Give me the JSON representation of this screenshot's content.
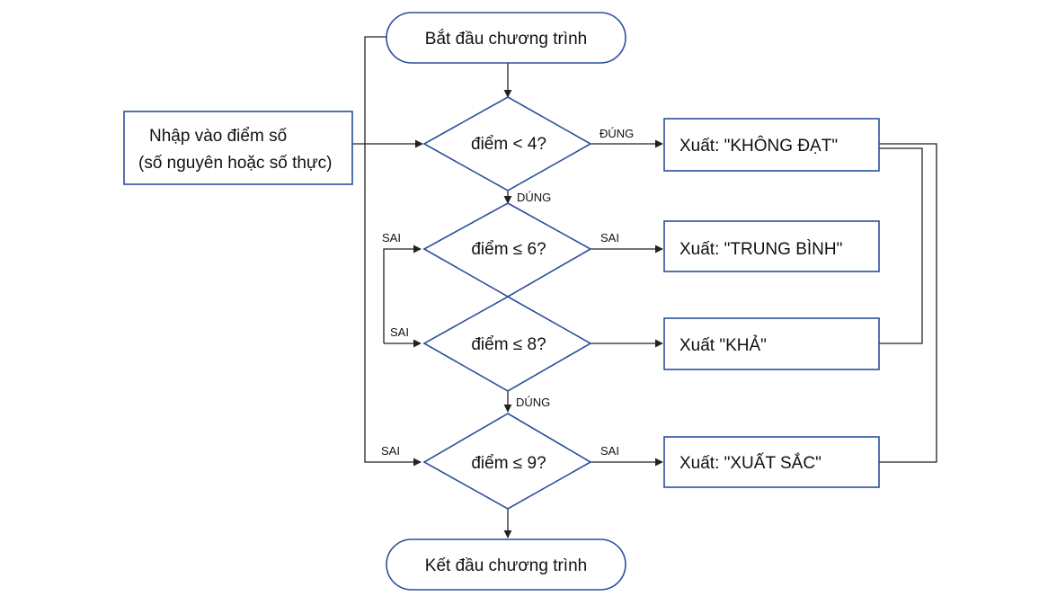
{
  "colors": {
    "shape_stroke": "#2b4f9c",
    "line": "#222222",
    "text": "#111111",
    "background": "#ffffff"
  },
  "start_node": "Bắt đầu chương trình",
  "end_node": "Kết đầu chương trình",
  "input_node": {
    "line1": "Nhập vào điểm số",
    "line2": "(số nguyên hoặc số thực)"
  },
  "decisions": {
    "d1": "điểm < 4?",
    "d2": "điểm ≤ 6?",
    "d3": "điểm ≤ 8?",
    "d4": "điểm ≤ 9?"
  },
  "outputs": {
    "o1": "Xuất: \"KHÔNG ĐẠT\"",
    "o2": "Xuất: \"TRUNG BÌNH\"",
    "o3": "Xuất \"KHẢ\"",
    "o4": "Xuất: \"XUẤT SẮC\""
  },
  "edge_labels": {
    "d1_right": "ĐÚNG",
    "d1_down": "DÚNG",
    "d2_left": "SAI",
    "d2_right": "SAI",
    "d3_left": "SAI",
    "d3_down": "DÚNG",
    "d4_left": "SAI",
    "d4_right": "SAI"
  }
}
